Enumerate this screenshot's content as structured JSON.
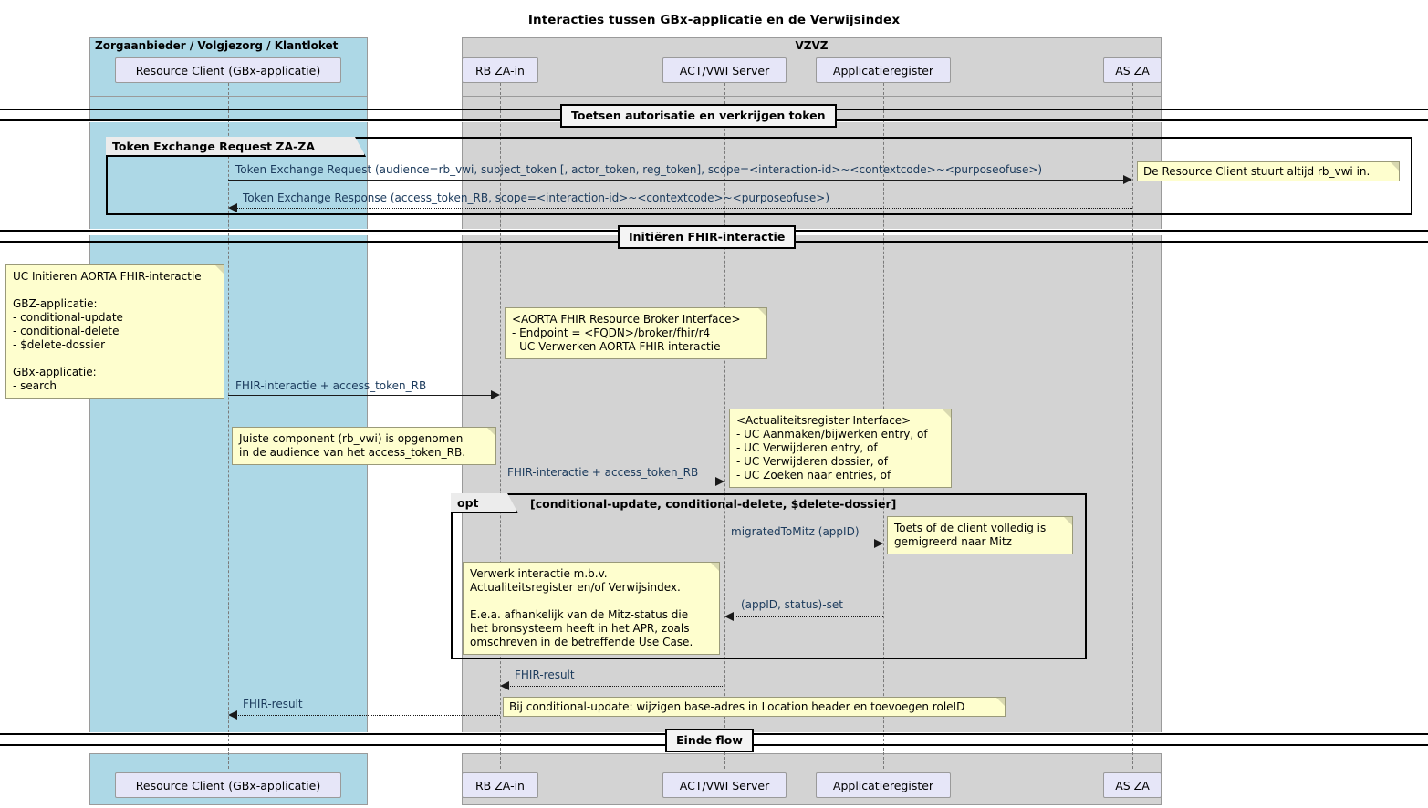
{
  "title": "Interacties tussen GBx-applicatie en de Verwijsindex",
  "groups": {
    "client": {
      "label": "Zorgaanbieder / Volgjezorg / Klantloket"
    },
    "vzvz": {
      "label": "VZVZ"
    }
  },
  "participants": [
    {
      "id": "resource-client",
      "label": "Resource Client (GBx-applicatie)"
    },
    {
      "id": "rb-za-in",
      "label": "RB ZA-in"
    },
    {
      "id": "act-vwi-server",
      "label": "ACT/VWI Server"
    },
    {
      "id": "applicatieregister",
      "label": "Applicatieregister"
    },
    {
      "id": "as-za",
      "label": "AS ZA"
    }
  ],
  "dividers": [
    {
      "id": "divider-toetsen",
      "label": "Toetsen autorisatie en verkrijgen token"
    },
    {
      "id": "divider-initieren",
      "label": "Initiëren FHIR-interactie"
    },
    {
      "id": "divider-einde",
      "label": "Einde flow"
    }
  ],
  "fragments": [
    {
      "id": "group-token-exchange",
      "operator": "Token Exchange Request ZA-ZA",
      "condition": ""
    },
    {
      "id": "fragment-opt",
      "operator": "opt",
      "condition": "[conditional-update, conditional-delete, $delete-dossier]"
    }
  ],
  "messages": [
    {
      "id": "msg-token-exchange-request",
      "label": "Token Exchange Request (audience=rb_vwi, subject_token [, actor_token, reg_token], scope=<interaction-id>~<contextcode>~<purposeofuse>)",
      "style": "solid",
      "direction": "right"
    },
    {
      "id": "msg-token-exchange-response",
      "label": "Token Exchange Response (access_token_RB, scope=<interaction-id>~<contextcode>~<purposeofuse>)",
      "style": "dotted",
      "direction": "left"
    },
    {
      "id": "msg-fhir-interactie-1",
      "label": "FHIR-interactie + access_token_RB",
      "style": "solid",
      "direction": "right"
    },
    {
      "id": "msg-fhir-interactie-2",
      "label": "FHIR-interactie + access_token_RB",
      "style": "solid",
      "direction": "right"
    },
    {
      "id": "msg-migrated-to-mitz",
      "label": "migratedToMitz (appID)",
      "style": "solid",
      "direction": "right"
    },
    {
      "id": "msg-appid-status-set",
      "label": "(appID, status)-set",
      "style": "dotted",
      "direction": "left"
    },
    {
      "id": "msg-fhir-result-1",
      "label": "FHIR-result",
      "style": "dotted",
      "direction": "left"
    },
    {
      "id": "msg-fhir-result-2",
      "label": "FHIR-result",
      "style": "dotted",
      "direction": "left"
    }
  ],
  "notes": [
    {
      "id": "note-rb-vwi",
      "text": "De Resource Client stuurt altijd rb_vwi in."
    },
    {
      "id": "note-uc-initieren",
      "text": "UC Initieren AORTA FHIR-interactie\n\nGBZ-applicatie:\n- conditional-update\n- conditional-delete\n- $delete-dossier\n\nGBx-applicatie:\n- search"
    },
    {
      "id": "note-aorta-broker",
      "text": "<AORTA FHIR Resource Broker Interface>\n- Endpoint = <FQDN>/broker/fhir/r4\n- UC Verwerken AORTA FHIR-interactie"
    },
    {
      "id": "note-juiste-component",
      "text": "Juiste component (rb_vwi) is opgenomen\nin de audience van het access_token_RB."
    },
    {
      "id": "note-actualiteitsregister",
      "text": "<Actualiteitsregister Interface>\n- UC Aanmaken/bijwerken entry, of\n- UC Verwijderen entry, of\n- UC Verwijderen dossier, of\n- UC Zoeken naar entries, of"
    },
    {
      "id": "note-toets-mitz",
      "text": "Toets of de client volledig is\ngemigreerd naar Mitz"
    },
    {
      "id": "note-verwerk-interactie",
      "text": "Verwerk interactie m.b.v.\nActualiteitsregister en/of Verwijsindex.\n\nE.e.a. afhankelijk van de Mitz-status die\nhet bronsysteem heeft in het APR, zoals\nomschreven in de betreffende Use Case."
    },
    {
      "id": "note-conditional-update",
      "text": "Bij conditional-update: wijzigen base-adres in Location header en toevoegen roleID"
    }
  ],
  "colors": {
    "client_group_bg": "#ADD8E6",
    "vzvz_group_bg": "#D3D3D3",
    "participant_bg": "#E6E6F8",
    "note_bg": "#FEFECE",
    "divider_bg": "#F4F4F4",
    "line": "#1A1A1A"
  }
}
